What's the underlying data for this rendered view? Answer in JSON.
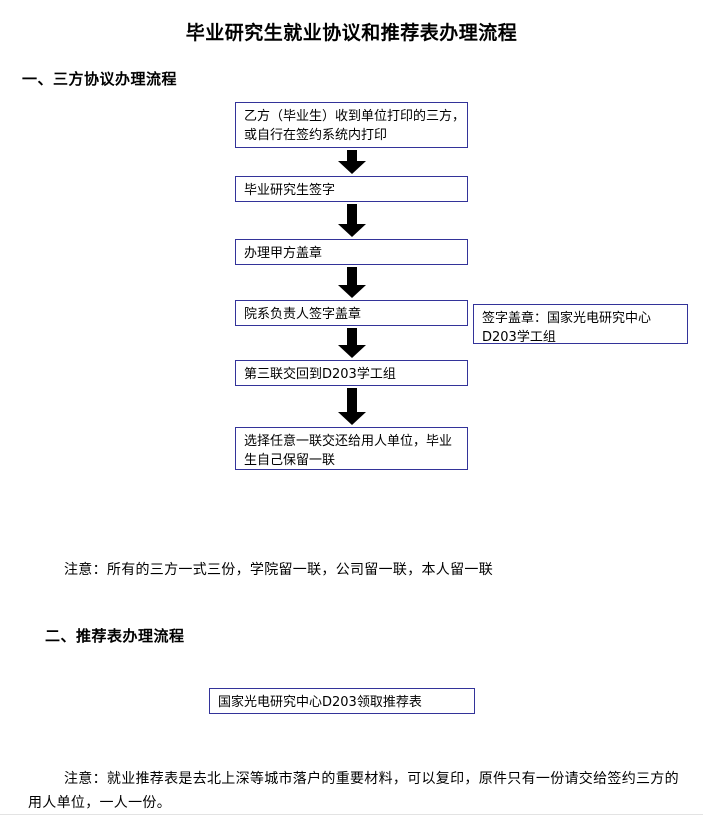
{
  "document": {
    "title": "毕业研究生就业协议和推荐表办理流程",
    "accent_color": "#333399",
    "arrow_color": "#000000",
    "background_color": "#ffffff"
  },
  "sections": [
    {
      "heading": "一、三方协议办理流程",
      "flow_steps": [
        {
          "label": "乙方（毕业生）收到单位打印的三方，\n或自行在签约系统内打印"
        },
        {
          "label": "毕业研究生签字"
        },
        {
          "label": "办理甲方盖章"
        },
        {
          "label": "院系负责人签字盖章"
        },
        {
          "label": "第三联交回到D203学工组"
        },
        {
          "label": "选择任意一联交还给用人单位，毕业\n生自己保留一联"
        }
      ],
      "side_note": "签字盖章：国家光电研究中心\nD203学工组",
      "note": "注意：所有的三方一式三份，学院留一联，公司留一联，本人留一联"
    },
    {
      "heading": "二、推荐表办理流程",
      "flow_steps": [
        {
          "label": "国家光电研究中心D203领取推荐表"
        }
      ],
      "note": "注意：就业推荐表是去北上深等城市落户的重要材料，可以复印，原件只有一份请交给签约三方的用人单位，一人一份。"
    }
  ]
}
